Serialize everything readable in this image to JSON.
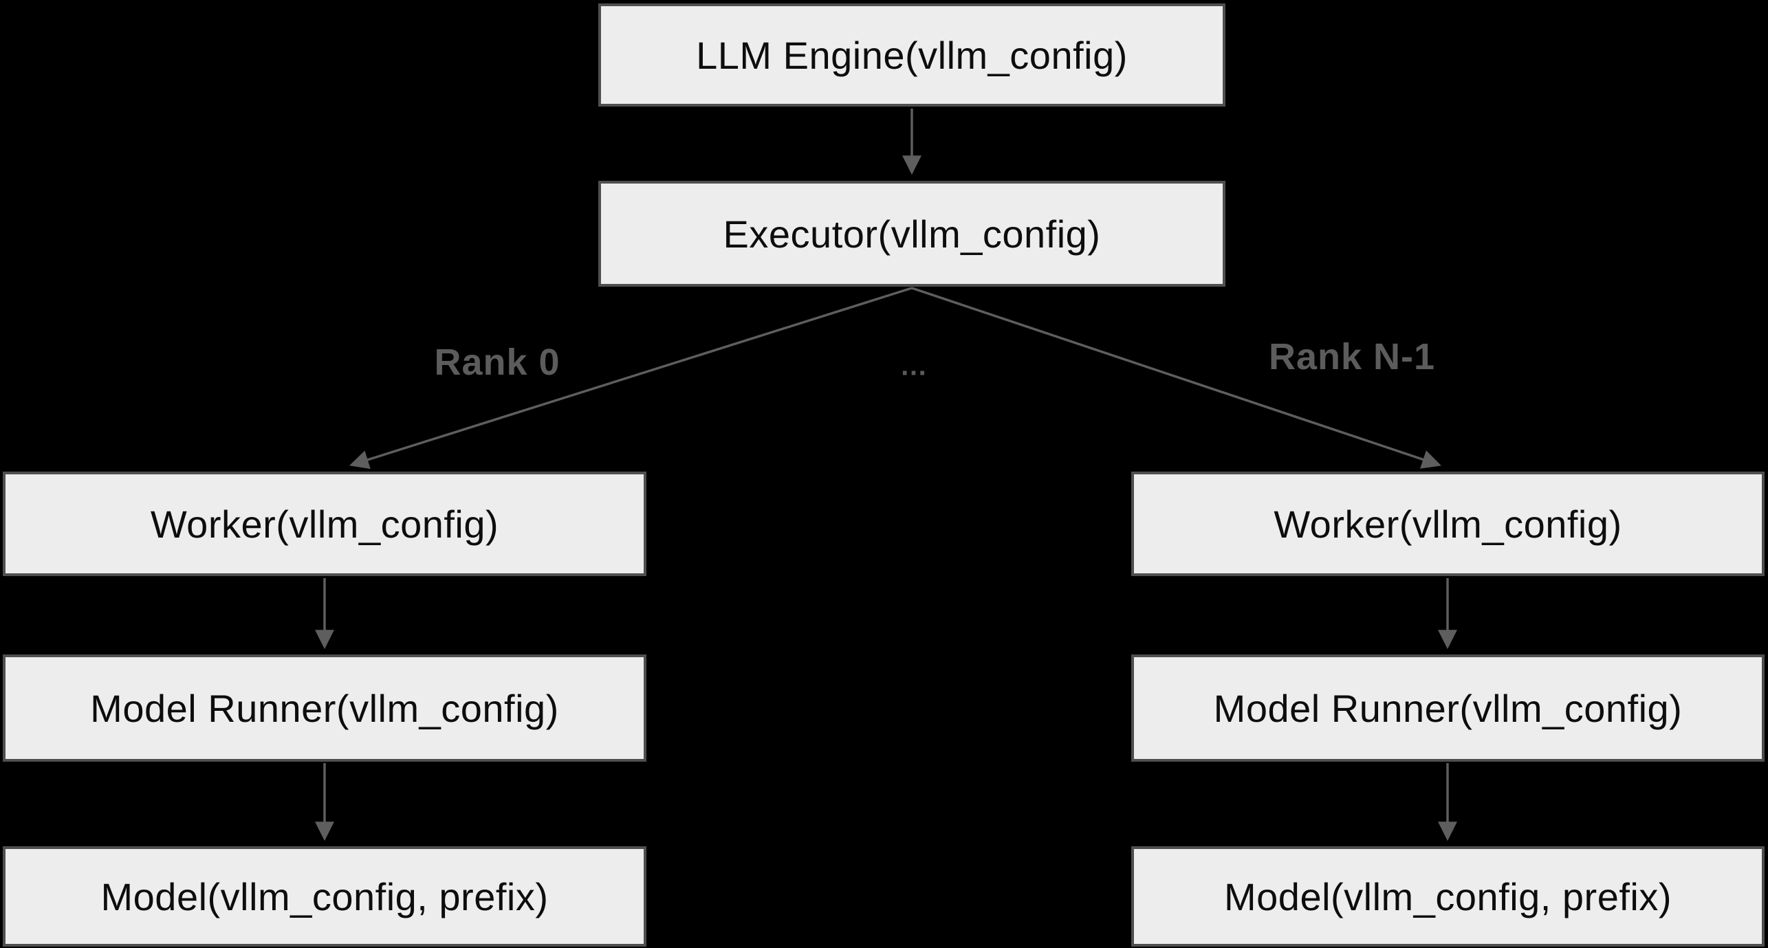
{
  "colors": {
    "background": "#000000",
    "node_fill": "#ededed",
    "node_border": "#4f4f4f",
    "node_text": "#0d0d0d",
    "edge": "#5e5e5e",
    "edge_label": "#5c5c5c"
  },
  "diagram": {
    "nodes": {
      "llm_engine": "LLM Engine(vllm_config)",
      "executor": "Executor(vllm_config)",
      "worker_left": "Worker(vllm_config)",
      "model_runner_left": "Model Runner(vllm_config)",
      "model_left": "Model(vllm_config, prefix)",
      "worker_right": "Worker(vllm_config)",
      "model_runner_right": "Model Runner(vllm_config)",
      "model_right": "Model(vllm_config, prefix)"
    },
    "edge_labels": {
      "rank0": "Rank 0",
      "ellipsis": "…",
      "rankN1": "Rank N-1"
    }
  }
}
